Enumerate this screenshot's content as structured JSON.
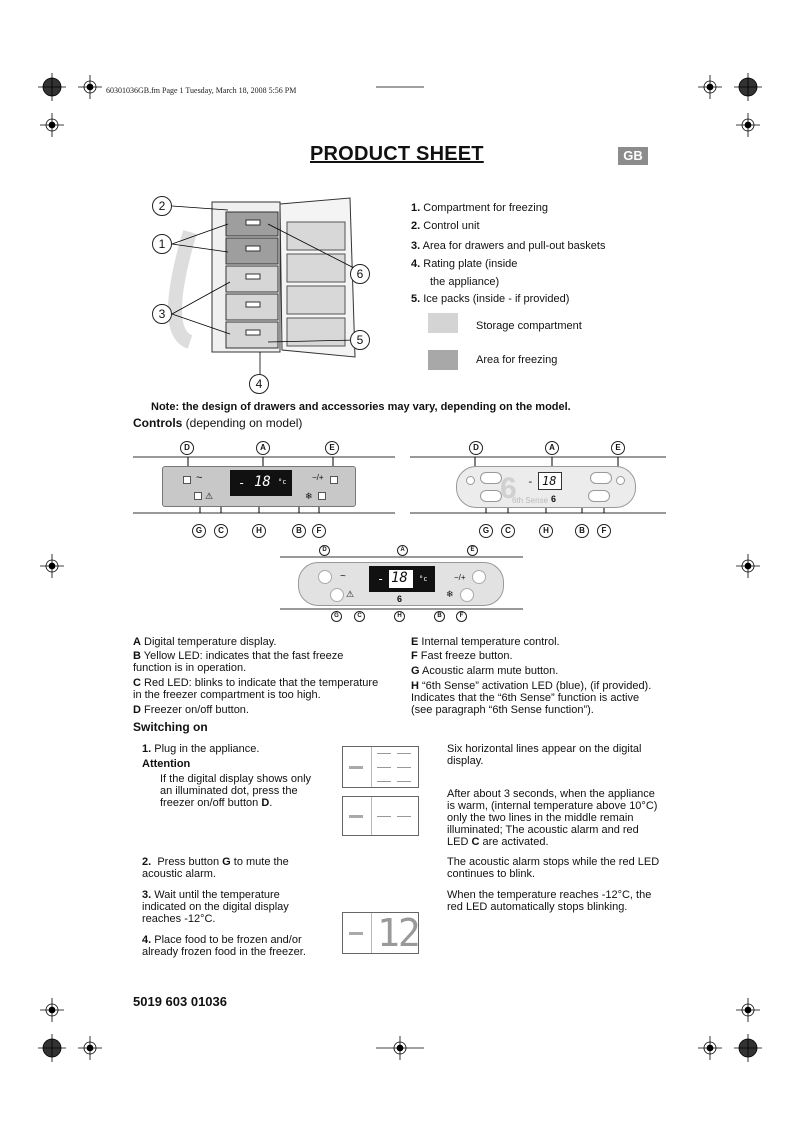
{
  "print_header": "60301036GB.fm  Page 1  Tuesday, March 18, 2008  5:56 PM",
  "title": "PRODUCT SHEET",
  "language_badge": "GB",
  "diagram_callouts": [
    "2",
    "1",
    "3",
    "6",
    "5",
    "4"
  ],
  "parts": [
    {
      "num": "1.",
      "text": "Compartment for freezing"
    },
    {
      "num": "2.",
      "text": "Control unit"
    },
    {
      "num": "3.",
      "text": "Area for drawers and pull-out baskets"
    },
    {
      "num": "4.",
      "text": "Rating plate (inside"
    },
    {
      "num": "",
      "text": "the appliance)"
    },
    {
      "num": "5.",
      "text": "Ice packs (inside - if provided)"
    }
  ],
  "legend": [
    {
      "label": "Storage compartment",
      "color": "#d4d4d4"
    },
    {
      "label": "Area for freezing",
      "color": "#a8a8a8"
    }
  ],
  "note": "Note: the design of drawers and accessories may vary, depending on the model.",
  "controls_heading": {
    "bold": "Controls",
    "rest": " (depending on model)"
  },
  "panel_letters": {
    "top": [
      "D",
      "A",
      "E"
    ],
    "bottom": [
      "G",
      "C",
      "H",
      "B",
      "F"
    ]
  },
  "panel_display": {
    "minus": "-",
    "value": "18",
    "unit": "°c"
  },
  "panel_icons": {
    "wave": "~",
    "plusminus": "−/+"
  },
  "panel_brand": "6th Sense",
  "legend_controls_left": [
    {
      "key": "A",
      "text": " Digital temperature display."
    },
    {
      "key": "B",
      "text": " Yellow LED: indicates that the fast freeze function is in operation."
    },
    {
      "key": "C",
      "text": " Red LED: blinks to indicate that the temperature in the freezer compartment is too high."
    },
    {
      "key": "D",
      "text": " Freezer on/off button."
    }
  ],
  "legend_controls_right": [
    {
      "key": "E",
      "text": " Internal temperature control."
    },
    {
      "key": "F",
      "text": " Fast freeze button."
    },
    {
      "key": "G",
      "text": " Acoustic alarm mute button."
    },
    {
      "key": "H",
      "text": " “6th Sense” activation LED (blue), (if provided). Indicates that the “6th Sense” function is active (see paragraph “6th Sense function”)."
    }
  ],
  "switching_heading": "Switching on",
  "steps_left": [
    {
      "num": "1.",
      "text": "Plug in the appliance."
    },
    {
      "num": "",
      "text": "Attention"
    },
    {
      "num": "",
      "text": "If the digital display shows only an illuminated dot, press the freezer on/off button "
    },
    {
      "num": "",
      "text": "D"
    },
    {
      "num": "2.",
      "text": "Press button "
    },
    {
      "num": "",
      "text": "G"
    },
    {
      "num": "",
      "text": " to mute the acoustic alarm."
    },
    {
      "num": "3.",
      "text": "Wait until the temperature indicated on the digital display reaches -12°C."
    },
    {
      "num": "4.",
      "text": "Place food to be frozen and/or already frozen food in the freezer."
    }
  ],
  "steps_right": [
    "Six horizontal lines appear on the digital display.",
    "After about 3 seconds, when the appliance is warm, (internal temperature above 10°C) only the two lines in the middle remain illuminated; The acoustic alarm and red LED ",
    "C",
    " are activated.",
    "The acoustic alarm stops while the red LED continues to blink.",
    "When the temperature reaches -12°C, the red LED automatically stops blinking."
  ],
  "lcd3_value": "12",
  "part_number": "5019 603 01036"
}
